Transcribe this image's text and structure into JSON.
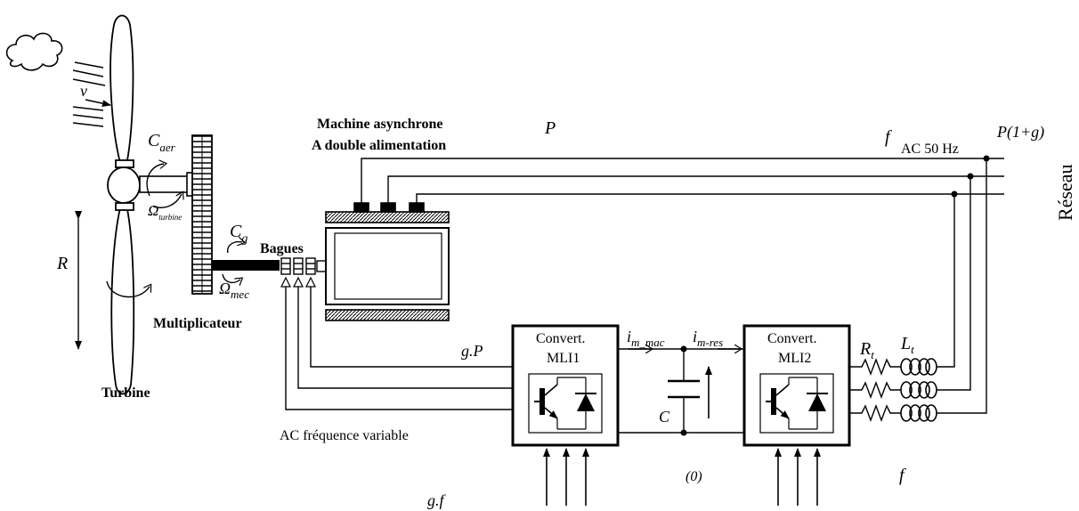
{
  "labels": {
    "machine_line1": "Machine asynchrone",
    "machine_line2": "A double alimentation",
    "power_p": "P",
    "f_top": "f",
    "ac50": "AC 50 Hz",
    "p1g": "P(1+g)",
    "reseau": "Réseau",
    "wind_v": "v",
    "c_aer": "C",
    "c_aer_sub": "aer",
    "omega_turbine": "Ω",
    "omega_turbine_sub": "turbine",
    "r": "R",
    "c_g": "C",
    "c_g_sub": "g",
    "bagues": "Bagues",
    "omega_mec": "Ω",
    "omega_mec_sub": "mec",
    "multiplicateur": "Multiplicateur",
    "turbine": "Turbine",
    "gp": "g.P",
    "ac_variable": "AC fréquence variable",
    "gf": "g.f",
    "conv1_line1": "Convert.",
    "conv1_line2": "MLI1",
    "conv2_line1": "Convert.",
    "conv2_line2": "MLI2",
    "im_mac": "i",
    "im_mac_sub": "m_mac",
    "im_res": "i",
    "im_res_sub": "m-res",
    "cap_c": "C",
    "zero": "(0)",
    "rt": "R",
    "rt_sub": "t",
    "lt": "L",
    "lt_sub": "t",
    "f_bottom": "f"
  }
}
